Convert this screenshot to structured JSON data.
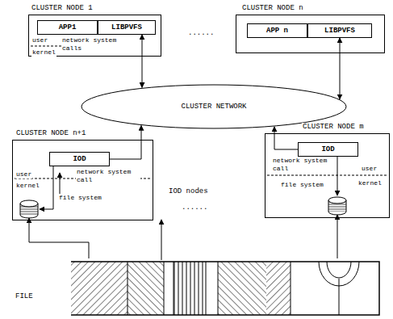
{
  "diagram": {
    "nodes": [
      {
        "text": [
          "CLUSTER NODE 1",
          "user",
          "network system calls",
          "kernel"
        ]
      },
      {
        "text": [
          "APP1"
        ],
        "in": 0
      },
      {
        "text": [
          "LIBPVFS"
        ],
        "in": 0
      },
      {
        "text": [
          "CLUSTER NODE n"
        ]
      },
      {
        "text": [
          "APP n"
        ],
        "in": 3
      },
      {
        "text": [
          "LIBPVFS"
        ],
        "in": 3
      },
      {
        "text": [
          "CLUSTER NETWORK"
        ]
      },
      {
        "text": [
          "CLUSTER NODE n+1",
          "user",
          "network system call",
          "kernel",
          "file system"
        ]
      },
      {
        "text": [
          "IOD"
        ],
        "in": 7
      },
      {
        "text": [
          "CLUSTER NODE m",
          "user",
          "network system call",
          "file system",
          "kernel"
        ]
      },
      {
        "text": [
          "IOD"
        ],
        "in": 9
      }
    ],
    "edges": [
      {
        "from": 2,
        "to": 6,
        "arrow": "both"
      },
      {
        "from": 5,
        "to": 6,
        "arrow": "both"
      },
      {
        "from": 8,
        "to": 6,
        "arrow": "to"
      },
      {
        "from": 10,
        "to": 6,
        "arrow": "to"
      }
    ],
    "labels": [
      "......",
      "IOD nodes",
      "......",
      "FILE"
    ]
  }
}
